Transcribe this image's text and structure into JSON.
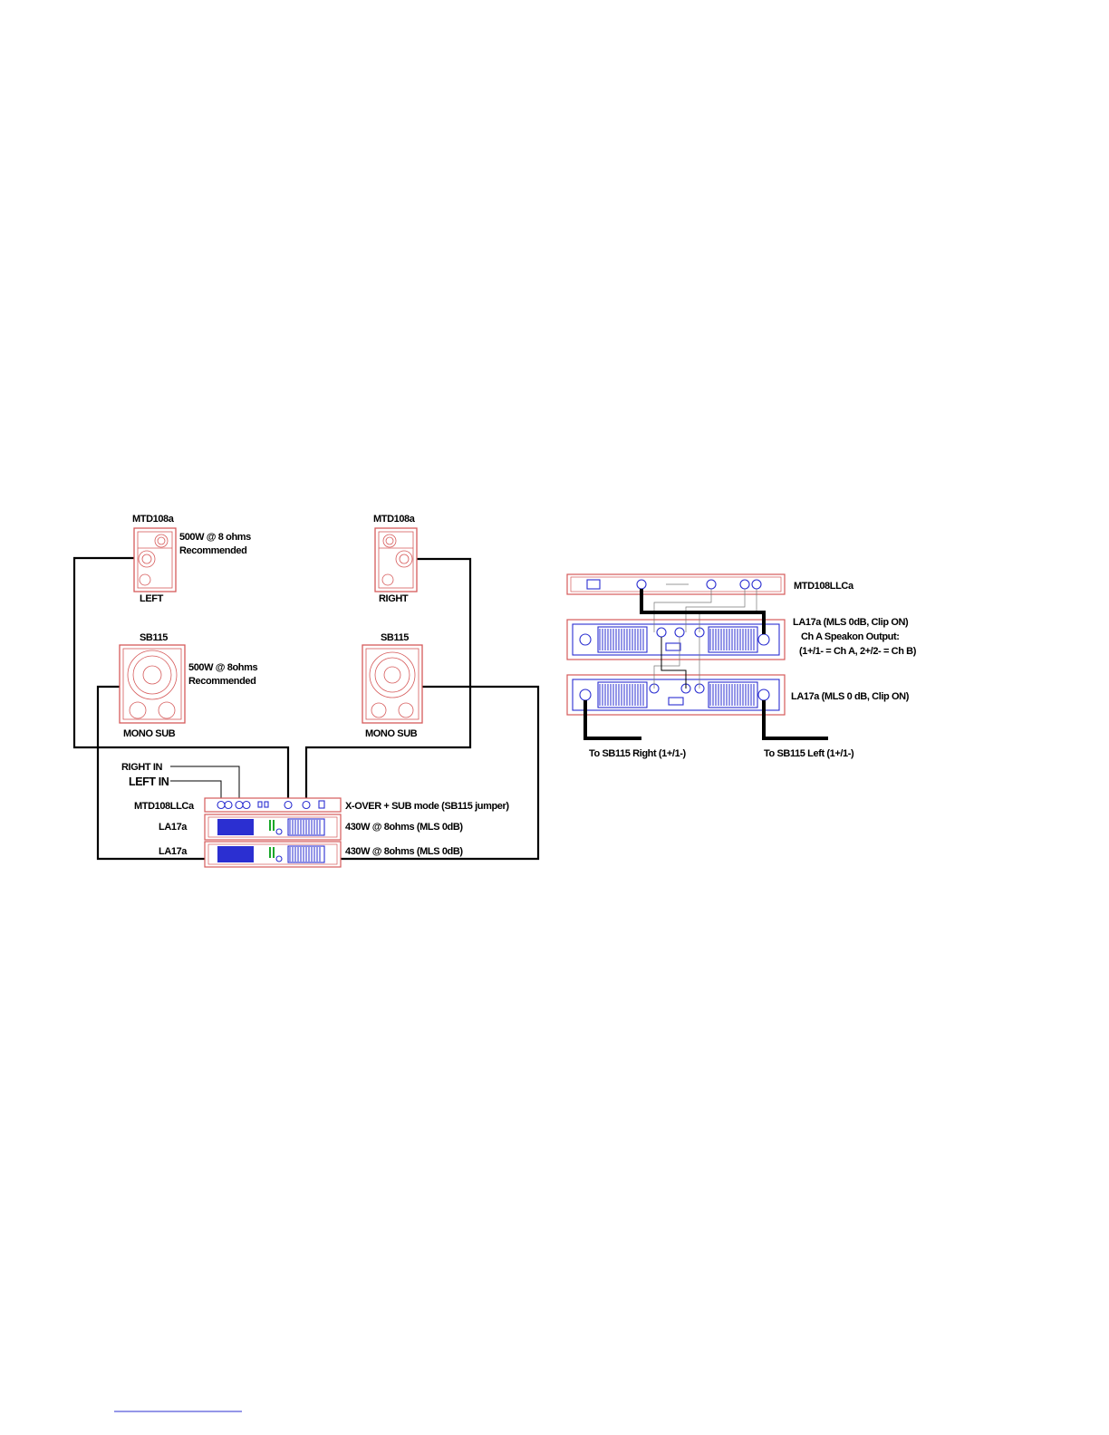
{
  "left_diagram": {
    "left_top": {
      "model": "MTD108a",
      "spec_line1": "500W @ 8 ohms",
      "spec_line2": "Recommended",
      "position": "LEFT"
    },
    "right_top": {
      "model": "MTD108a",
      "position": "RIGHT"
    },
    "left_sub": {
      "model": "SB115",
      "spec_line1": "500W @ 8ohms",
      "spec_line2": "Recommended",
      "label": "MONO SUB"
    },
    "right_sub": {
      "model": "SB115",
      "label": "MONO SUB"
    },
    "inputs": {
      "right": "RIGHT IN",
      "left": "LEFT IN"
    },
    "rack": {
      "processor": {
        "model": "MTD108LLCa",
        "note": "X-OVER + SUB mode (SB115 jumper)"
      },
      "amp1": {
        "model": "LA17a",
        "note": "430W @ 8ohms (MLS 0dB)"
      },
      "amp2": {
        "model": "LA17a",
        "note": "430W @ 8ohms (MLS 0dB)"
      }
    }
  },
  "right_diagram": {
    "processor": {
      "model": "MTD108LLCa"
    },
    "amp1": {
      "line1": "LA17a (MLS 0dB, Clip ON)",
      "line2": "Ch A Speakon Output:",
      "line3": "(1+/1- = Ch A, 2+/2- = Ch B)"
    },
    "amp2": {
      "line1": "LA17a (MLS 0 dB, Clip ON)"
    },
    "output_right": "To SB115 Right (1+/1-)",
    "output_left": "To SB115 Left (1+/1-)"
  },
  "colors": {
    "outline": "#d65a5a",
    "panel_blue": "#2b2fd1",
    "meter_green": "#1aa82a",
    "wire": "#000000"
  }
}
